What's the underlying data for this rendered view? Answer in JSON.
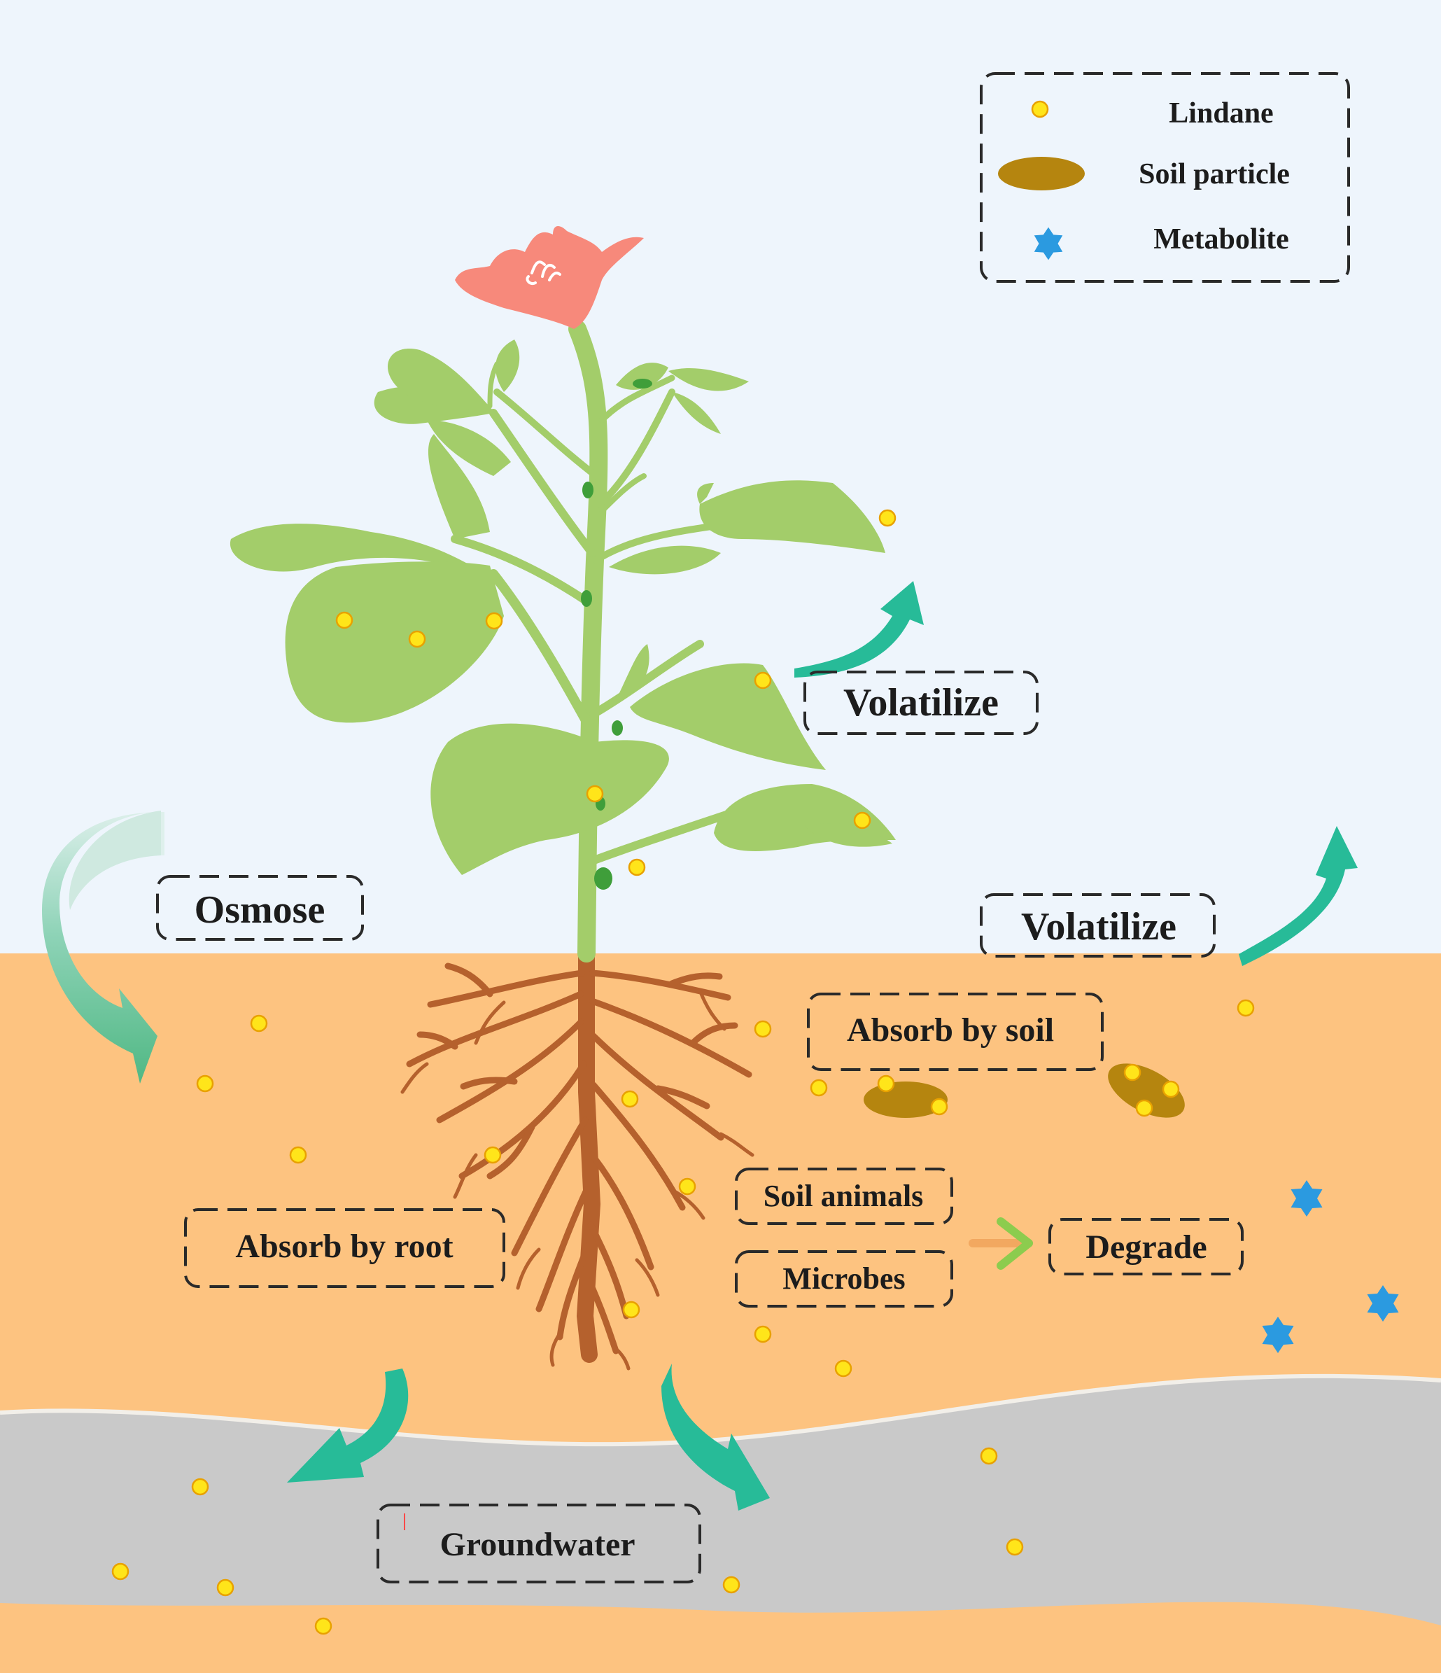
{
  "legend": {
    "items": [
      {
        "icon": "lindane-dot-icon",
        "label": "Lindane"
      },
      {
        "icon": "soil-particle-icon",
        "label": "Soil particle"
      },
      {
        "icon": "metabolite-star-icon",
        "label": "Metabolite"
      }
    ]
  },
  "labels": {
    "volatilize_plant": "Volatilize",
    "volatilize_soil": "Volatilize",
    "osmose": "Osmose",
    "absorb_soil": "Absorb by soil",
    "absorb_root": "Absorb by root",
    "soil_animals": "Soil animals",
    "microbes": "Microbes",
    "degrade": "Degrade",
    "groundwater": "Groundwater"
  },
  "colors": {
    "sky": "#eef5fc",
    "soil": "#fdc380",
    "groundwater": "#c9c9c9",
    "leaf": "#a3cd6a",
    "leaf_node": "#3f9e3a",
    "flower": "#f7897b",
    "root": "#b5612d",
    "lindane": "#ffe51a",
    "lindane_stroke": "#e8a100",
    "soil_particle": "#b5850f",
    "metabolite": "#2b9ae0",
    "arrow_teal": "#27bb98",
    "arrow_degrade": "#8ccc4e"
  }
}
